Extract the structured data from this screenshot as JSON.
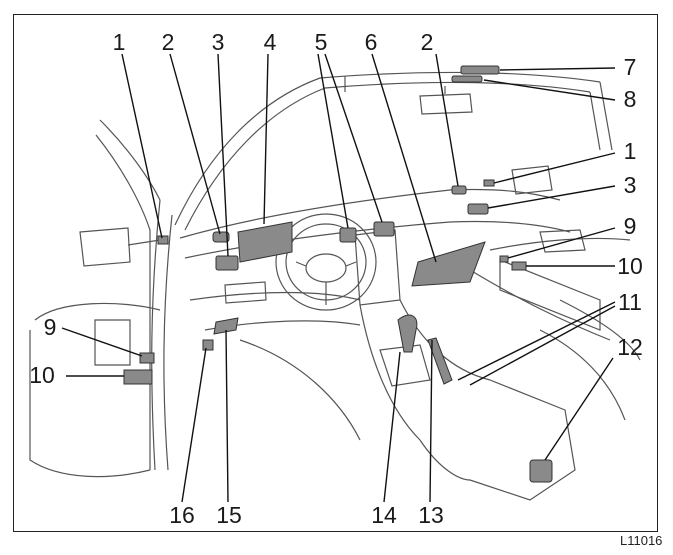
{
  "callouts": [
    "1",
    "2",
    "3",
    "4",
    "5",
    "6",
    "2",
    "7",
    "8",
    "1",
    "3",
    "9",
    "10",
    "11",
    "12",
    "9",
    "10",
    "16",
    "15",
    "14",
    "13"
  ],
  "figure_code": "L11016",
  "colors": {
    "line": "#555555",
    "highlight": "#8a8a8a",
    "frame": "#222222"
  }
}
